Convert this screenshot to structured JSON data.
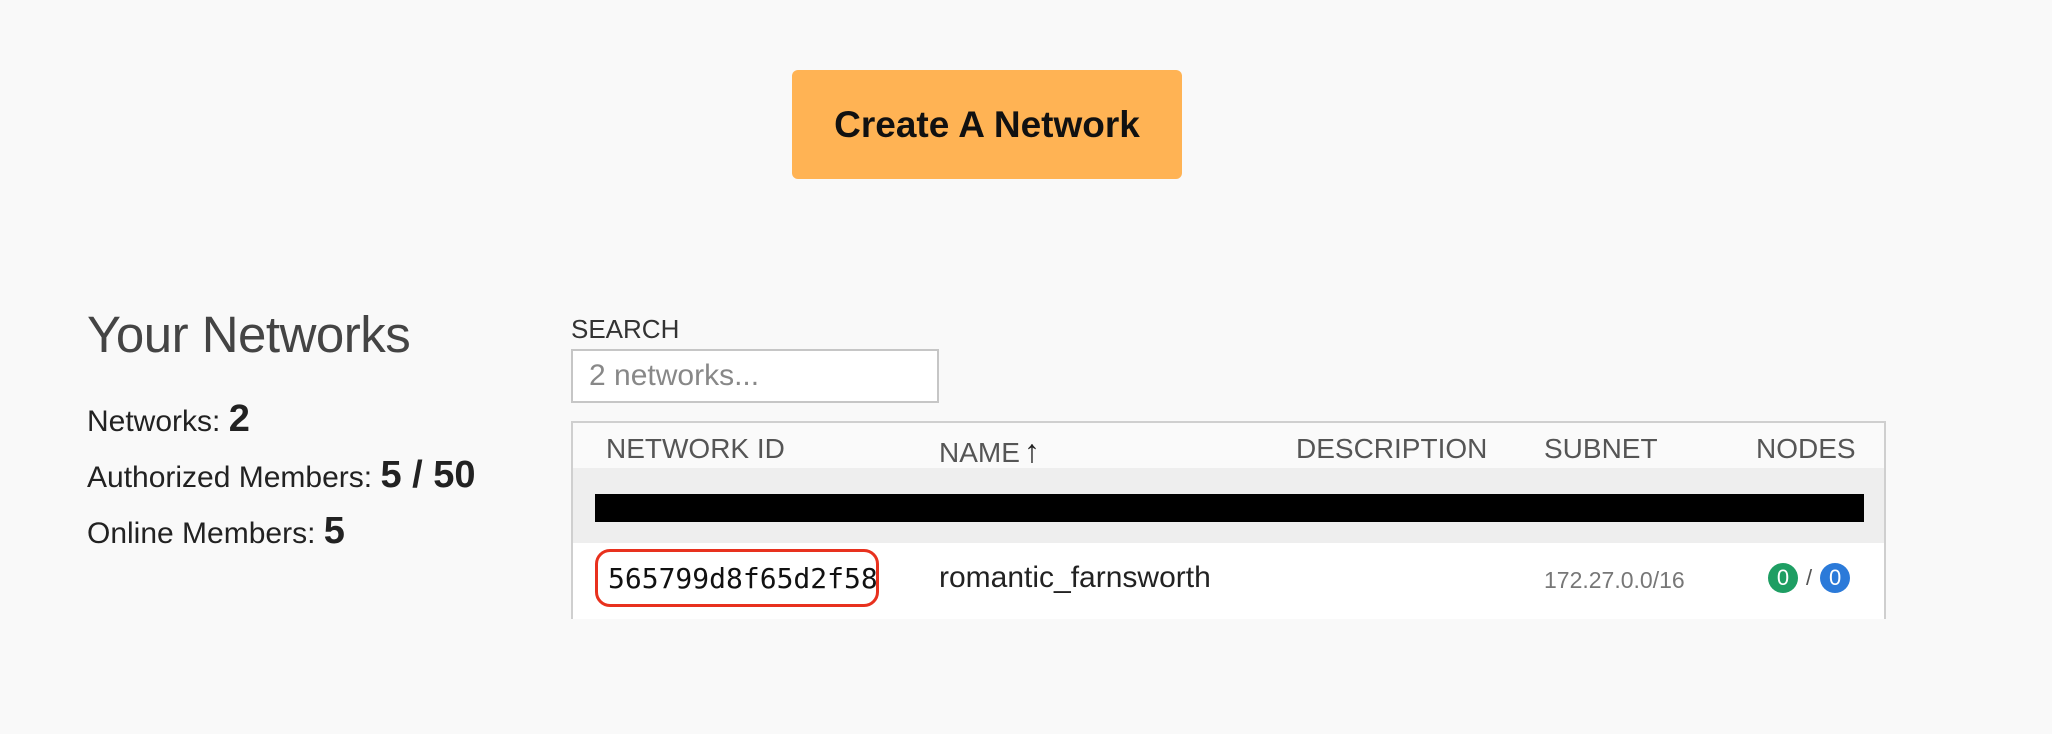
{
  "create_button": {
    "label": "Create A Network"
  },
  "sidebar": {
    "title": "Your Networks",
    "networks_label": "Networks:",
    "networks_value": "2",
    "authorized_label": "Authorized Members:",
    "authorized_value": "5 / 50",
    "online_label": "Online Members:",
    "online_value": "5"
  },
  "search": {
    "label": "SEARCH",
    "placeholder": "2 networks..."
  },
  "table": {
    "headers": {
      "network_id": "NETWORK ID",
      "name": "NAME",
      "sort_indicator": "↑",
      "description": "DESCRIPTION",
      "subnet": "SUBNET",
      "nodes": "NODES"
    },
    "rows": [
      {
        "network_id": "565799d8f65d2f58",
        "name": "romantic_farnsworth",
        "description": "",
        "subnet": "172.27.0.0/16",
        "nodes_authorized": "0",
        "nodes_separator": "/",
        "nodes_total": "0"
      }
    ]
  },
  "colors": {
    "button_bg": "#ffb354",
    "highlight_border": "#e8311e",
    "badge_green": "#1e9e63",
    "badge_blue": "#2b7ad9"
  }
}
